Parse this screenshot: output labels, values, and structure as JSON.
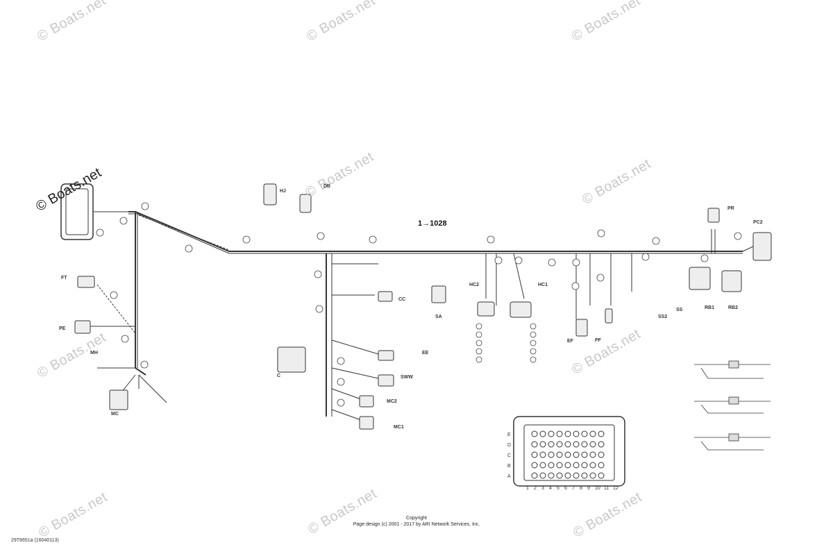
{
  "watermark": "© Boats.net",
  "page_reference": "1→1028",
  "copyright": {
    "line1": "Copyright",
    "line2": "Page design (c) 2001 - 2017 by ARI Network Services, Inc."
  },
  "part_number": "29T8651a (16040113)",
  "connector_pinout": {
    "rows": [
      "E",
      "D",
      "C",
      "B",
      "A"
    ],
    "columns": [
      "1",
      "2",
      "3",
      "4",
      "5",
      "6",
      "7",
      "8",
      "9",
      "10",
      "11",
      "12"
    ]
  },
  "connector_codes": [
    "FT",
    "PE",
    "MH",
    "MC",
    "C",
    "CC",
    "SA",
    "HC2",
    "HC1",
    "EF",
    "PF",
    "RB1",
    "RB2",
    "SS",
    "SS2",
    "PR",
    "PC2",
    "EE",
    "SWW",
    "MC2",
    "MC1",
    "HJ",
    "DB"
  ]
}
